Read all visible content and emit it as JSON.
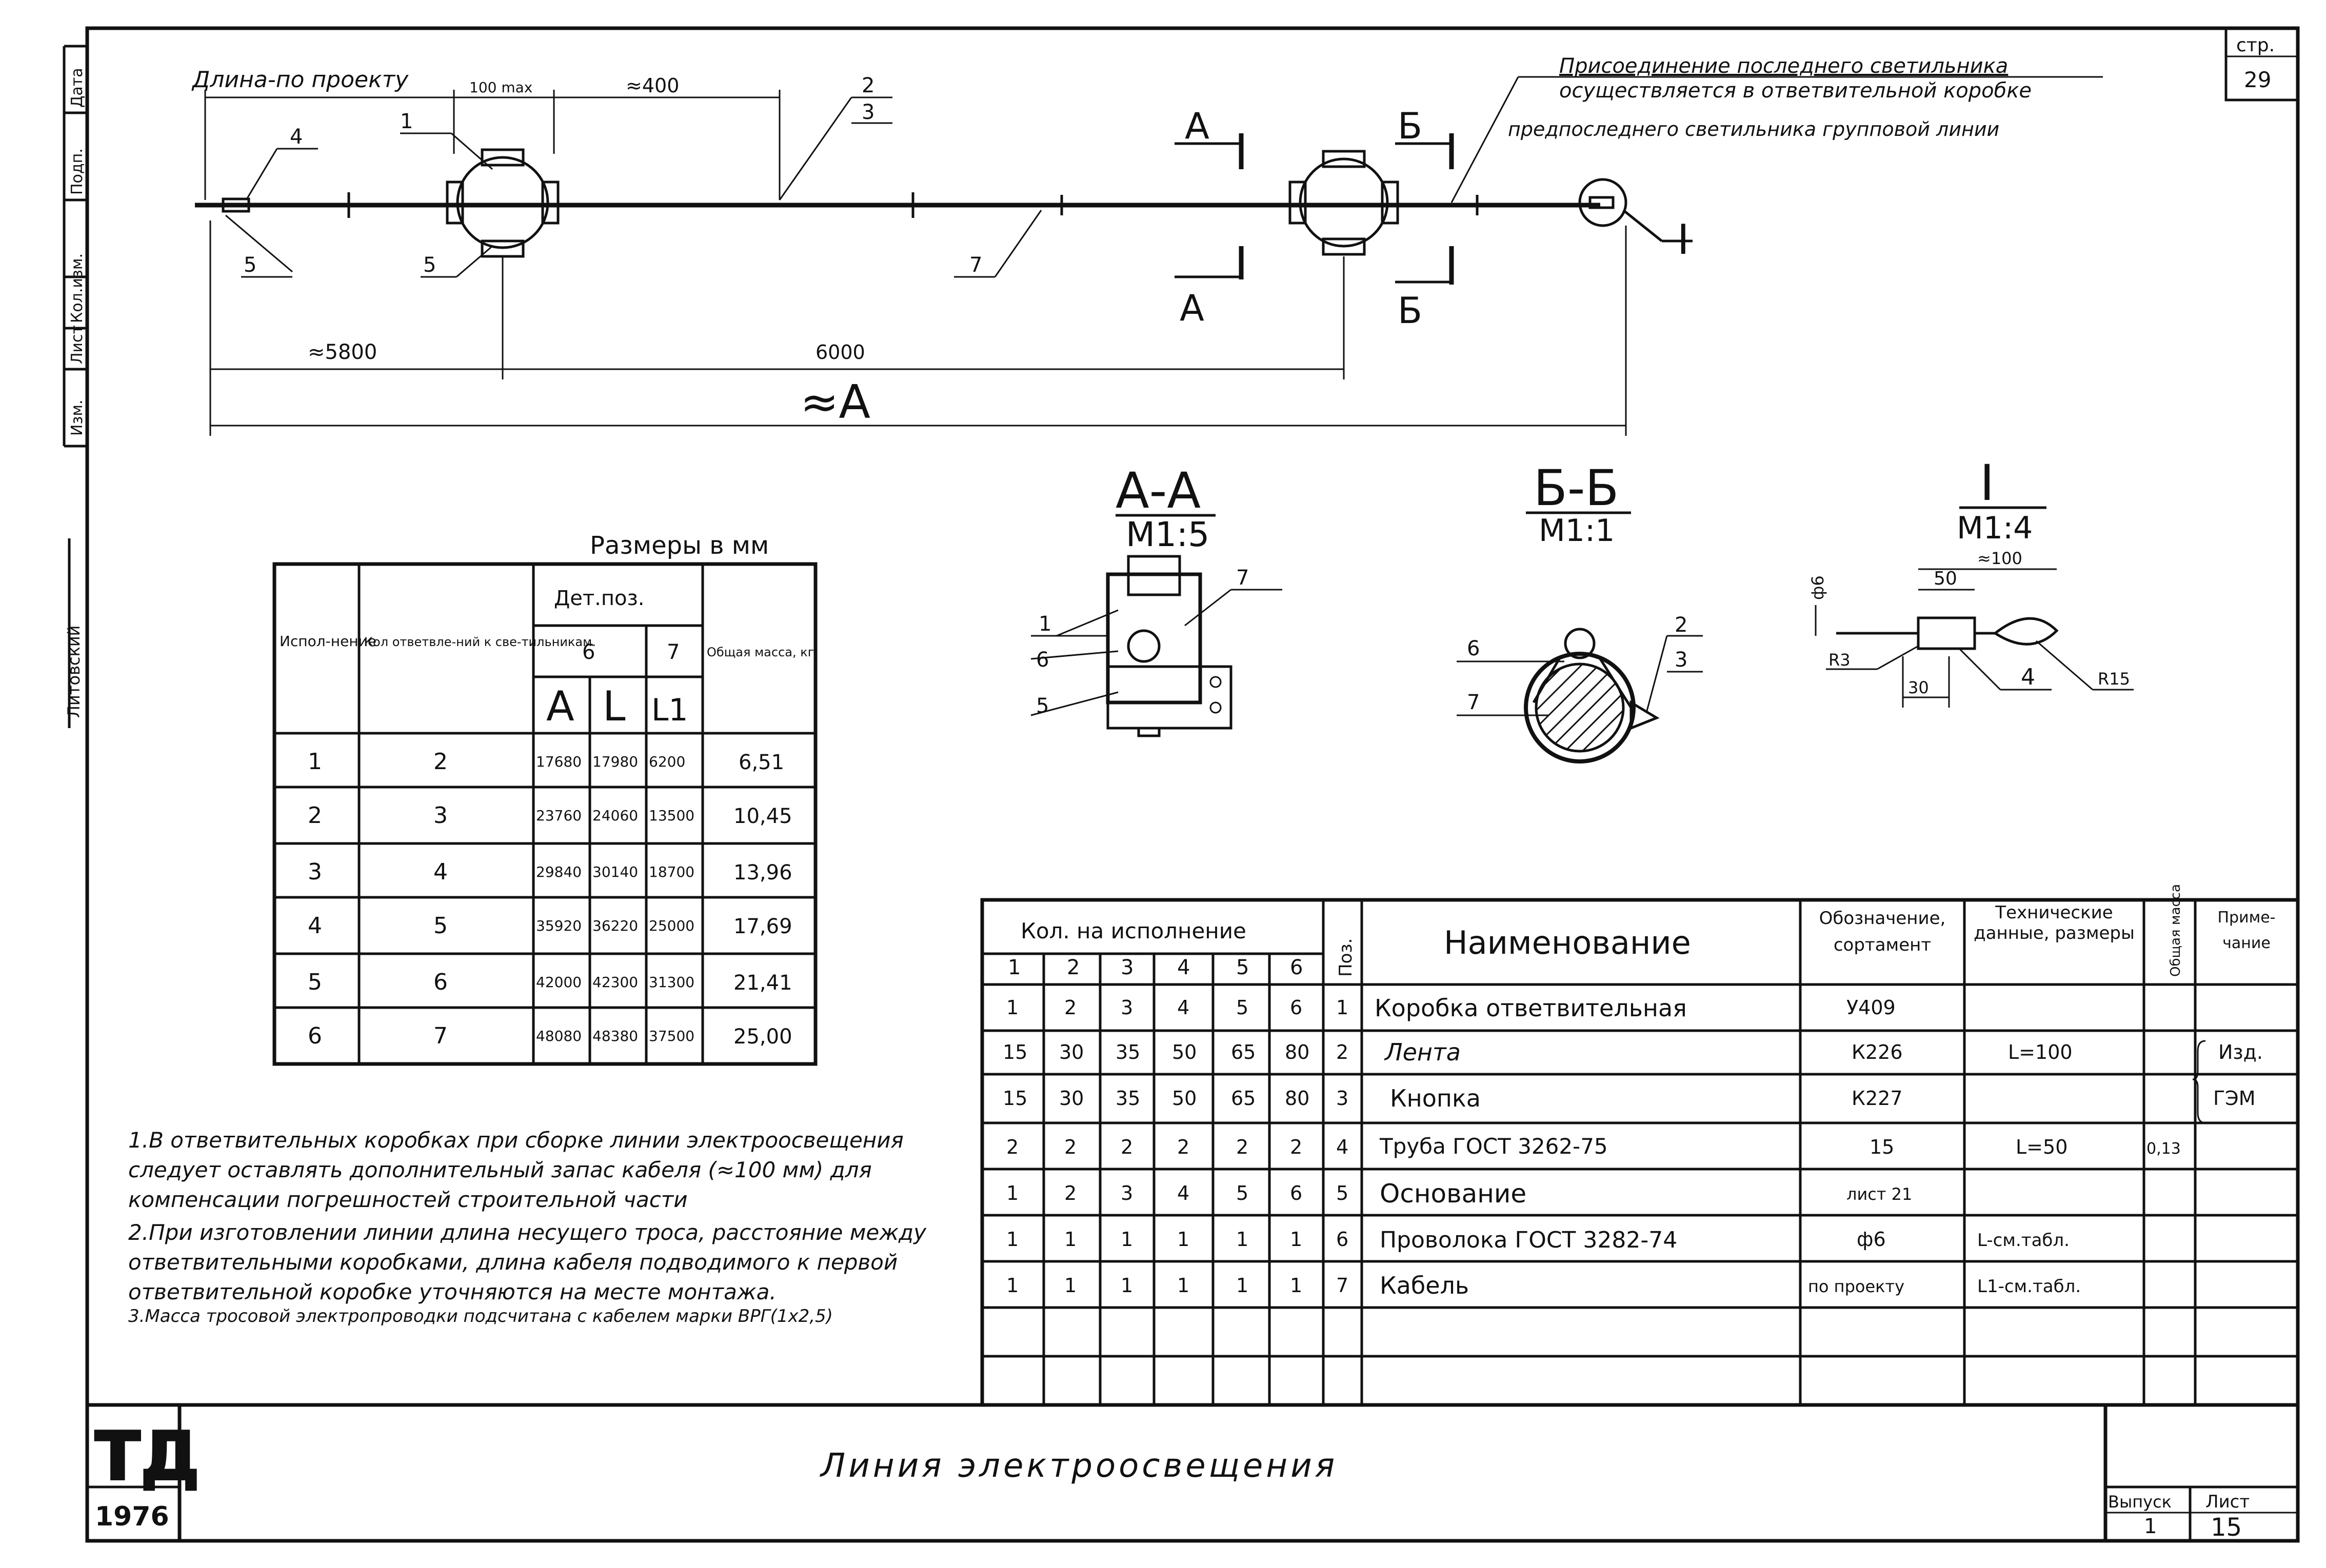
{
  "sheet": {
    "page_label": "стр.",
    "page_number": "29",
    "side_stamp": [
      "Изм.",
      "Лист",
      "Кол.изм.",
      "Подп.",
      "Дата"
    ],
    "side_label": "Литовский"
  },
  "plan": {
    "len_by_project": "Длина-по проекту",
    "dim_100max": "100 max",
    "dim_400": "≈400",
    "dim_5800": "≈5800",
    "dim_6000": "6000",
    "dim_total": "≈A",
    "callouts": [
      "1",
      "2",
      "3",
      "4",
      "5",
      "5",
      "7"
    ],
    "section_A": "A",
    "section_B": "Б",
    "detail_I": "I",
    "note_line1": "Присоединение последнего светильника",
    "note_line2": "осуществляется в ответвительной коробке",
    "note_line3": "предпоследнего светильника групповой линии"
  },
  "views": {
    "aa_title": "А-А",
    "aa_scale": "М1:5",
    "aa_callouts": [
      "1",
      "6",
      "5",
      "7"
    ],
    "bb_title": "Б-Б",
    "bb_scale": "М1:1",
    "bb_callouts": [
      "6",
      "7",
      "2",
      "3"
    ],
    "i_title": "I",
    "i_scale": "М1:4",
    "i_dims": [
      "≈100",
      "50",
      "ф6",
      "R3",
      "30",
      "4",
      "R15"
    ]
  },
  "size_table": {
    "caption": "Размеры в мм",
    "headers": {
      "version": "Испол-нение",
      "branches": "Кол ответвле-ний к све-тильникам.",
      "detail_pos": "Дет.поз.",
      "pos6": "6",
      "pos7": "7",
      "colA": "A",
      "colL": "L",
      "colL1": "L1",
      "mass": "Общая масса, кг"
    },
    "rows": [
      [
        "1",
        "2",
        "17680",
        "17980",
        "6200",
        "6,51"
      ],
      [
        "2",
        "3",
        "23760",
        "24060",
        "13500",
        "10,45"
      ],
      [
        "3",
        "4",
        "29840",
        "30140",
        "18700",
        "13,96"
      ],
      [
        "4",
        "5",
        "35920",
        "36220",
        "25000",
        "17,69"
      ],
      [
        "5",
        "6",
        "42000",
        "42300",
        "31300",
        "21,41"
      ],
      [
        "6",
        "7",
        "48080",
        "48380",
        "37500",
        "25,00"
      ]
    ]
  },
  "notes": [
    "1.В ответвительных коробках при сборке линии электроосвещения следует оставлять дополнительный запас кабеля (≈100 мм) для компенсации погрешностей строительной части",
    "2.При изготовлении линии длина несущего троса, расстояние между ответвительными коробками, длина кабеля подводимого к первой ответвительной коробке уточняются на месте монтажа.",
    "3.Масса тросовой электропроводки подсчитана с кабелем марки ВРГ(1х2,5)"
  ],
  "spec": {
    "head_qty": "Кол. на исполнение",
    "head_versions": [
      "1",
      "2",
      "3",
      "4",
      "5",
      "6"
    ],
    "head_pos": "Поз.",
    "head_name": "Наименование",
    "head_designation": "Обозначение, сортамент",
    "head_tech": "Технические данные, размеры",
    "head_mass": "Общая масса",
    "head_note": "Приме-чание",
    "rows": [
      {
        "qty": [
          "1",
          "2",
          "3",
          "4",
          "5",
          "6"
        ],
        "pos": "1",
        "name": "Коробка ответвительная",
        "des": "У409",
        "tech": "",
        "mass": "",
        "note": ""
      },
      {
        "qty": [
          "15",
          "30",
          "35",
          "50",
          "65",
          "80"
        ],
        "pos": "2",
        "name": "Лента",
        "des": "К226",
        "tech": "L=100",
        "mass": "",
        "note": "Изд."
      },
      {
        "qty": [
          "15",
          "30",
          "35",
          "50",
          "65",
          "80"
        ],
        "pos": "3",
        "name": "Кнопка",
        "des": "К227",
        "tech": "",
        "mass": "",
        "note": "ГЭМ"
      },
      {
        "qty": [
          "2",
          "2",
          "2",
          "2",
          "2",
          "2"
        ],
        "pos": "4",
        "name": "Труба ГОСТ 3262-75",
        "des": "15",
        "tech": "L=50",
        "mass": "0,13",
        "note": ""
      },
      {
        "qty": [
          "1",
          "2",
          "3",
          "4",
          "5",
          "6"
        ],
        "pos": "5",
        "name": "Основание",
        "des": "лист 21",
        "tech": "",
        "mass": "",
        "note": ""
      },
      {
        "qty": [
          "1",
          "1",
          "1",
          "1",
          "1",
          "1"
        ],
        "pos": "6",
        "name": "Проволока ГОСТ 3282-74",
        "des": "ф6",
        "tech": "L-см.табл.",
        "mass": "",
        "note": ""
      },
      {
        "qty": [
          "1",
          "1",
          "1",
          "1",
          "1",
          "1"
        ],
        "pos": "7",
        "name": "Кабель",
        "des": "по проекту",
        "tech": "L1-см.табл.",
        "mass": "",
        "note": ""
      }
    ]
  },
  "title_block": {
    "logo": "ТД",
    "year": "1976",
    "title": "Линия электроосвещения",
    "issue_label": "Выпуск",
    "issue_value": "1",
    "sheet_label": "Лист",
    "sheet_value": "15"
  }
}
